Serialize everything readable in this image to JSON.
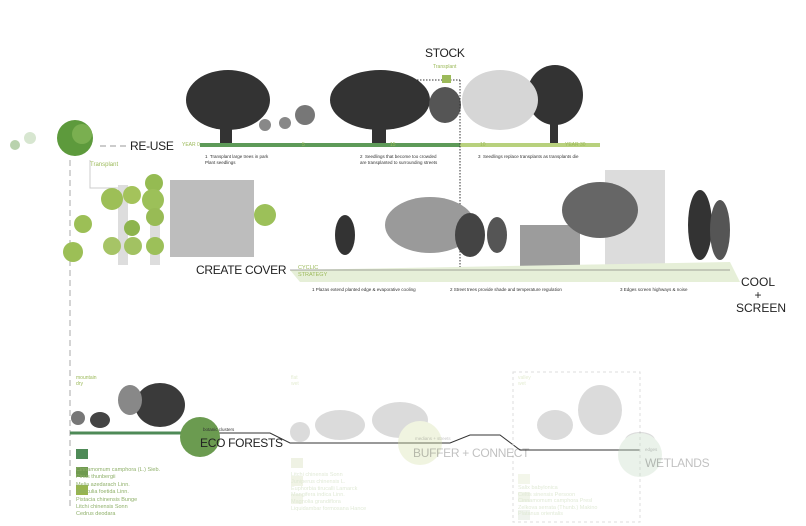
{
  "reuse": {
    "title": "RE-USE",
    "stock_label": "STOCK",
    "stock_sub": "Transplant",
    "transplant_label": "Transplant",
    "timeline_start": "YEAR 0",
    "timeline_marks": [
      "5",
      "15",
      "10"
    ],
    "timeline_end": "YEAR 30",
    "steps": [
      "1  Transplant large trees in park\nPlant seedlings",
      "2  Seedlings that become too crowded\nare transplanted to surrounding streets",
      "3  Seedlings replace transplants as transplants die"
    ]
  },
  "cover": {
    "title": "CREATE COVER",
    "strategy": "CYCLIC\nSTRATEGY",
    "steps": [
      "1  Plazas extend planted edge & evaporative cooling",
      "2  Street trees provide shade and temperature regulation",
      "3  Edges screen highways & noise"
    ],
    "end_title_1": "COOL",
    "end_plus": "+",
    "end_title_2": "SCREEN"
  },
  "zones": [
    {
      "title": "ECO FORESTS",
      "condition": "mountain\ndry",
      "cluster_label": "botanic clusters",
      "swatches": [
        "#4e8a57",
        "#6f9a4f",
        "#98b54e"
      ],
      "species": [
        "Cinnamomum camphora (L.) Sieb.",
        "Pinus thunbergii",
        "Melia azedarach Linn.",
        "Sterculia foetida Linn.",
        "Pistacia chinensis Bunge",
        "Litchi chinensis Sonn",
        "Cedrus deodara"
      ]
    },
    {
      "title": "BUFFER + CONNECT",
      "condition": "flat\nwet",
      "cluster_label": "medians + streets",
      "swatches": [
        "#c9d3a0",
        "#ccd6a6",
        "#d3ddb2"
      ],
      "species": [
        "Litchi chinensis Sonn",
        "Juniperus chinensis L.",
        "Euphorbia tirucalli Lamarck",
        "Mangifera indica Linn.",
        "Magnolia grandiflora",
        "Liquidambar formosana Hance"
      ]
    },
    {
      "title": "WETLANDS",
      "condition": "valley\nwet",
      "cluster_label": "edges",
      "swatches": [
        "#d6e0b6",
        "#cfdcb5",
        "#c7d6c0"
      ],
      "species": [
        "Salix babylonica",
        "Celtis sinensis Persoon",
        "Cinnamomum camphora Presl",
        "Zelkova serrata (Thunb.) Makino",
        "Platanus orientalis"
      ]
    }
  ],
  "colors": {
    "accent_green": "#9cba5a",
    "dark_tree": "#2f2f2f",
    "grey_block": "#b5b5b5"
  }
}
